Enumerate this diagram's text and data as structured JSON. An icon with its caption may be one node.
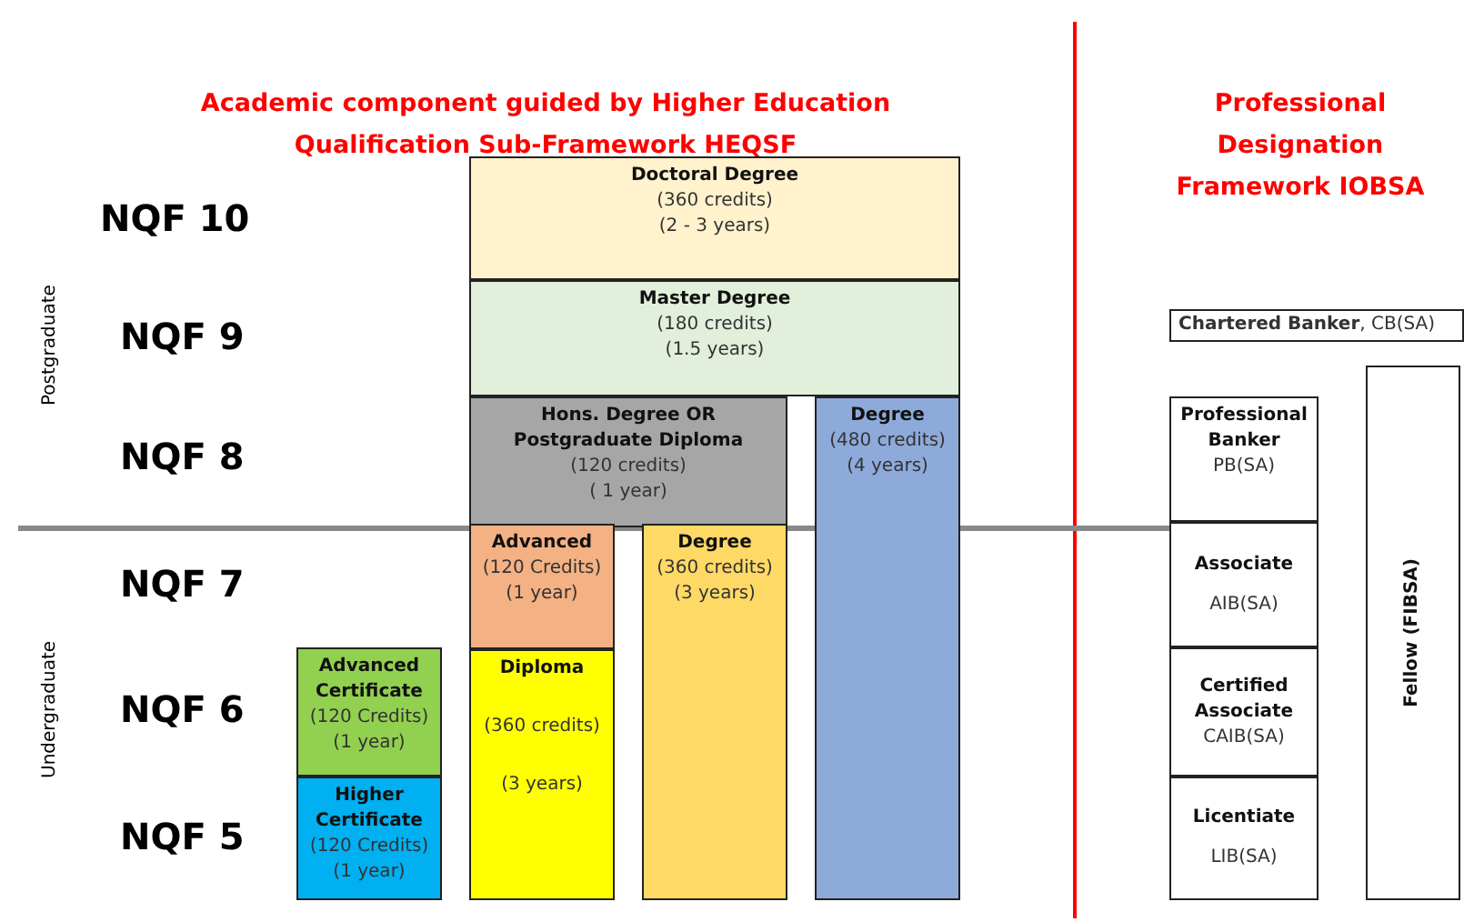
{
  "diagram": {
    "title": "Academic component guided by Higher Education Qualification Sub-Framework HEQSF",
    "nodes": [
      {
        "text": [
          "Doctoral Degree",
          "(360 credits)",
          "(2 - 3 years)"
        ]
      },
      {
        "text": [
          "Master Degree",
          "(180 credits)",
          "(1.5 years)"
        ]
      },
      {
        "text": [
          "**Chartered Banker**, CB(SA)"
        ]
      },
      {
        "text": [
          "Hons. Degree OR Postgraduate Diploma",
          "(120 credits)",
          "( 1 year)"
        ]
      },
      {
        "text": [
          "Degree",
          "(480 credits)",
          "(4 years)"
        ]
      },
      {
        "text": [
          "Professional Banker",
          "PB(SA)"
        ]
      },
      {
        "text": [
          "Fellow (FIBSA)"
        ]
      },
      {
        "text": [
          "Advanced",
          "(120 Credits)",
          "(1 year)"
        ]
      },
      {
        "text": [
          "Degree",
          "(360 credits)",
          "(3 years)"
        ]
      },
      {
        "text": [
          "Associate",
          "AIB(SA)"
        ]
      },
      {
        "text": [
          "Advanced Certificate",
          "(120 Credits)",
          "(1 year)"
        ]
      },
      {
        "text": [
          "Diploma",
          "(360 credits)",
          "(3 years)"
        ]
      },
      {
        "text": [
          "Certified Associate",
          "CAIB(SA)"
        ]
      },
      {
        "text": [
          "Higher Certificate",
          "(120 Credits)",
          "(1 year)"
        ]
      },
      {
        "text": [
          "Licentiate",
          "LIB(SA)"
        ]
      }
    ],
    "labels": [
      "Professional Designation Framework IOBSA",
      "NQF 10",
      "Postgraduate",
      "NQF 9",
      "NQF 8",
      "NQF 7",
      "Undergraduate",
      "NQF 6",
      "NQF 5"
    ]
  }
}
